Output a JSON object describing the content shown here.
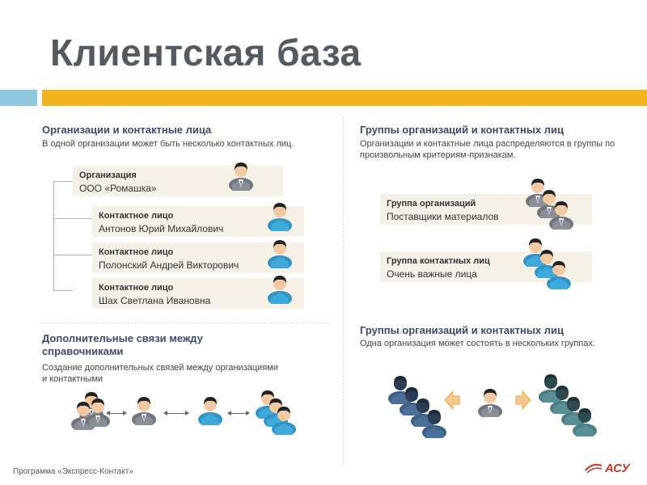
{
  "title": "Клиентская база",
  "left_top": {
    "heading": "Организации и контактные лица",
    "description": "В одной организации может  быть несколько контактных лиц.",
    "org_card": {
      "label": "Организация",
      "value": "ООО «Ромашка»"
    },
    "contacts": [
      {
        "label": "Контактное лицо",
        "value": "Антонов Юрий Михайлович"
      },
      {
        "label": "Контактное лицо",
        "value": "Полонский Андрей Викторович"
      },
      {
        "label": "Контактное лицо",
        "value": "Шах Светлана Ивановна"
      }
    ]
  },
  "right_top": {
    "heading": "Группы организаций и контактных лиц",
    "description": "Организации и контактные лица распределяются в группы по произвольным критериям-признакам.",
    "groups": [
      {
        "label": "Группа организаций",
        "value": "Поставщики материалов"
      },
      {
        "label": "Группа контактных лиц",
        "value": "Очень важные лица"
      }
    ]
  },
  "left_bottom": {
    "heading": "Дополнительные связи между справочниками",
    "description": "Создание дополнительных связей между организациями и контактными"
  },
  "right_bottom": {
    "heading": "Группы организаций и контактных лиц",
    "description": "Одна организация может состоять в нескольких группах."
  },
  "footer": "Программа «Экспресс-Контакт»",
  "logo_text": "АСУ",
  "colors": {
    "accent_orange": "#f2b41c",
    "accent_blue": "#8fc8df",
    "heading": "#3d4b66",
    "card_bg": "#f6f1e7",
    "person_gray": "#8a8f95",
    "person_blue": "#3fa9dc",
    "person_navy": "#4a6f98",
    "person_teal": "#5a8f96",
    "arrow_orange": "#f5c98a"
  },
  "icons": [
    "person-gray-icon",
    "person-blue-icon",
    "people-group-icon",
    "arrow-left-icon",
    "arrow-right-icon",
    "double-arrow-icon"
  ]
}
